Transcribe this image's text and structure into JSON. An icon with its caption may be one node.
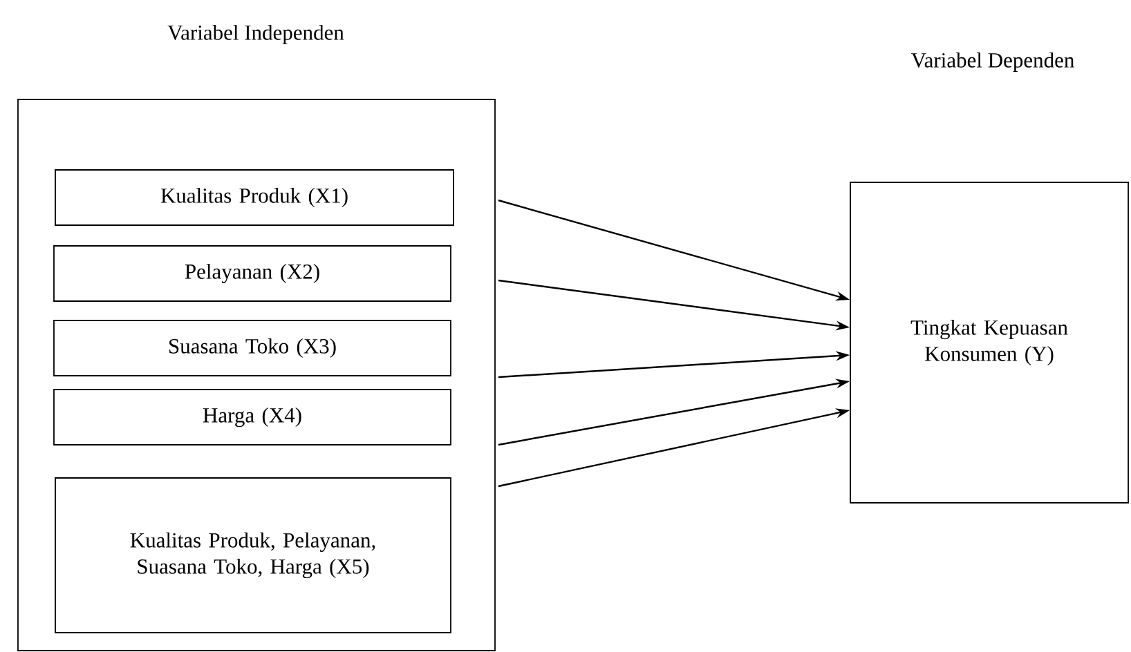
{
  "diagram": {
    "nodes": [
      {
        "text": [
          "Variabel Independen"
        ]
      },
      {
        "text": [
          "Kualitas Produk (X1)"
        ],
        "in": 0
      },
      {
        "text": [
          "Pelayanan (X2)"
        ],
        "in": 0
      },
      {
        "text": [
          "Suasana Toko (X3)"
        ],
        "in": 0
      },
      {
        "text": [
          "Harga (X4)"
        ],
        "in": 0
      },
      {
        "text": [
          "Kualitas Produk, Pelayanan, Suasana Toko, Harga (X5)"
        ],
        "in": 0
      },
      {
        "text": [
          "Tingkat Kepuasan Konsumen (Y)"
        ]
      }
    ],
    "labels": [
      "Variabel Dependen"
    ],
    "edges": [
      {
        "from": 1,
        "to": 6,
        "arrow": "to"
      },
      {
        "from": 2,
        "to": 6,
        "arrow": "to"
      },
      {
        "from": 3,
        "to": 6,
        "arrow": "to"
      },
      {
        "from": 4,
        "to": 6,
        "arrow": "to"
      },
      {
        "from": 5,
        "to": 6,
        "arrow": "to"
      }
    ]
  }
}
